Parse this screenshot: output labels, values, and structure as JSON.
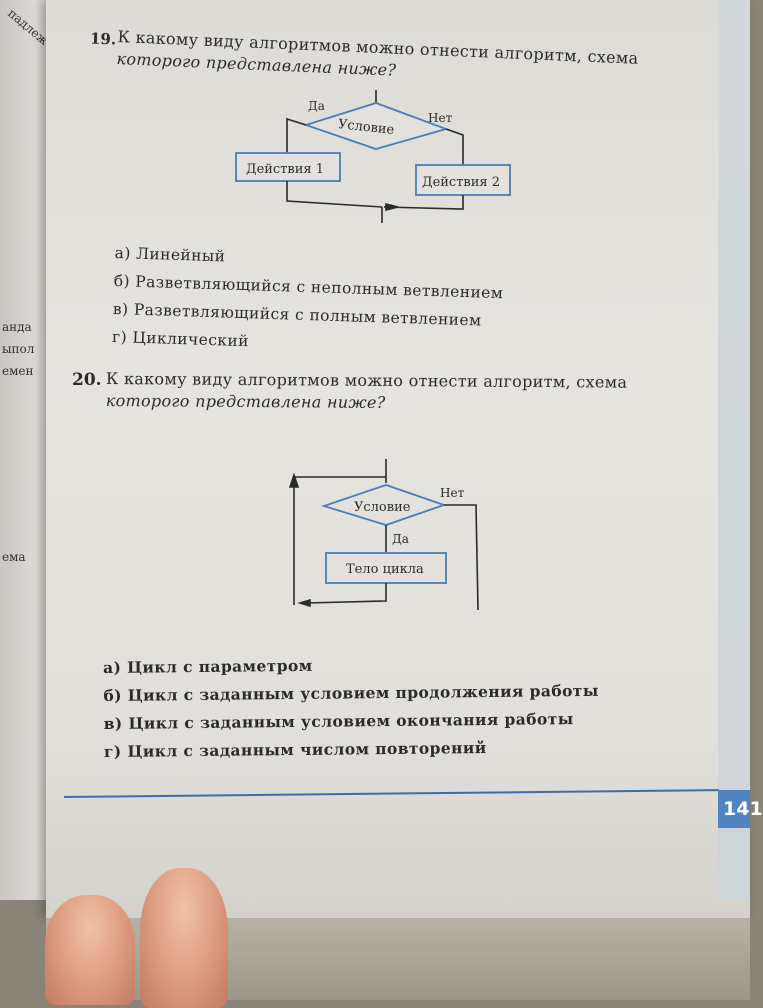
{
  "left_page_fragments": [
    "падлеж",
    "анда",
    "ыпол",
    "емен",
    "ема"
  ],
  "questions": [
    {
      "number": "19.",
      "text_line1": "К какому виду алгоритмов можно отнести алгоритм, схема",
      "text_line2": "которого представлена ниже?",
      "diagram": {
        "condition": "Условие",
        "yes": "Да",
        "no": "Нет",
        "action1": "Действия 1",
        "action2": "Действия 2"
      },
      "options": [
        "а) Линейный",
        "б) Разветвляющийся с неполным ветвлением",
        "в) Разветвляющийся с полным ветвлением",
        "г) Циклический"
      ]
    },
    {
      "number": "20.",
      "text_line1": "К какому виду алгоритмов можно отнести алгоритм, схема",
      "text_line2": "которого представлена ниже?",
      "diagram": {
        "condition": "Условие",
        "yes": "Да",
        "no": "Нет",
        "body": "Тело цикла"
      },
      "options": [
        "а) Цикл с параметром",
        "б) Цикл с заданным условием продолжения работы",
        "в) Цикл с заданным условием окончания работы",
        "г) Цикл с заданным числом повторений"
      ]
    }
  ],
  "page_number": "141",
  "colors": {
    "accent": "#4f84c0",
    "rule": "#3b6fa3",
    "box": "#4a7fb5"
  }
}
